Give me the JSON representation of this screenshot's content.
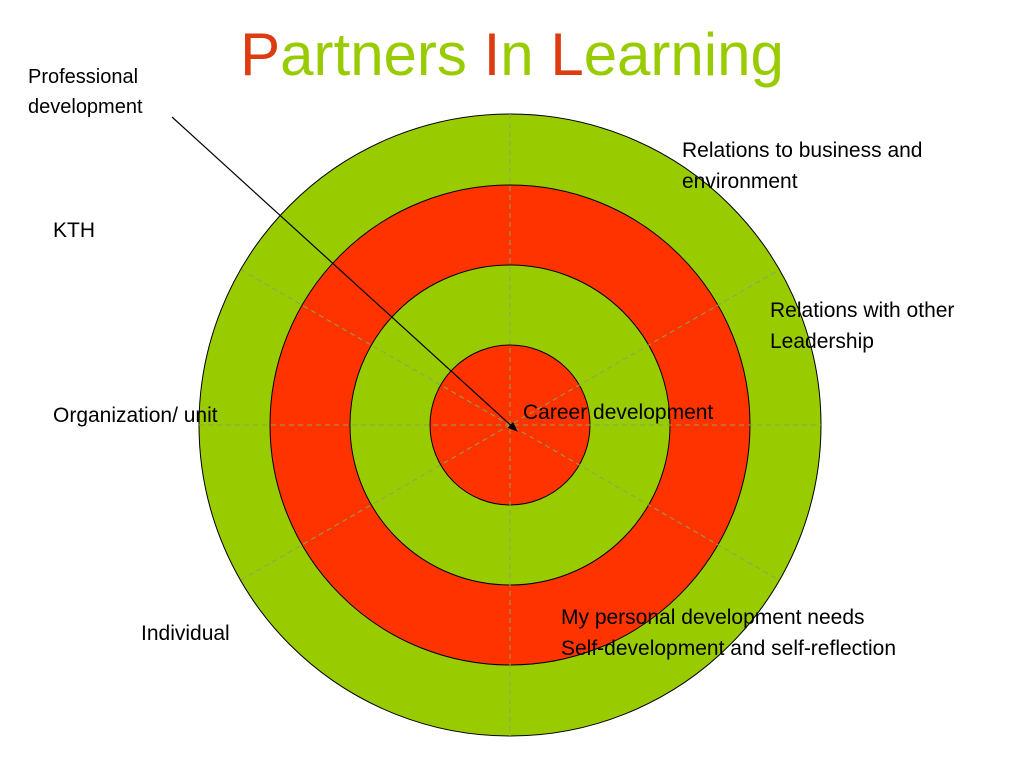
{
  "title": {
    "words": [
      {
        "cap": "P",
        "rest": "artners"
      },
      {
        "cap": "I",
        "rest": "n"
      },
      {
        "cap": "L",
        "rest": "earning"
      }
    ]
  },
  "colors": {
    "green": "#99cc00",
    "red": "#ff3300",
    "title_red": "#dc3c10",
    "dashed_line": "#8fa35a"
  },
  "labels": {
    "professional_line1": "Professional",
    "professional_line2": "development",
    "relations_business_line1": "Relations to business and",
    "relations_business_line2": "environment",
    "kth": "KTH",
    "relations_leadership_line1": "Relations with other",
    "relations_leadership_line2": "Leadership",
    "organization": "Organization/ unit",
    "career": "Career development",
    "individual": "Individual",
    "personal_line1": "My personal development needs",
    "personal_line2": "Self-development and self-reflection"
  }
}
